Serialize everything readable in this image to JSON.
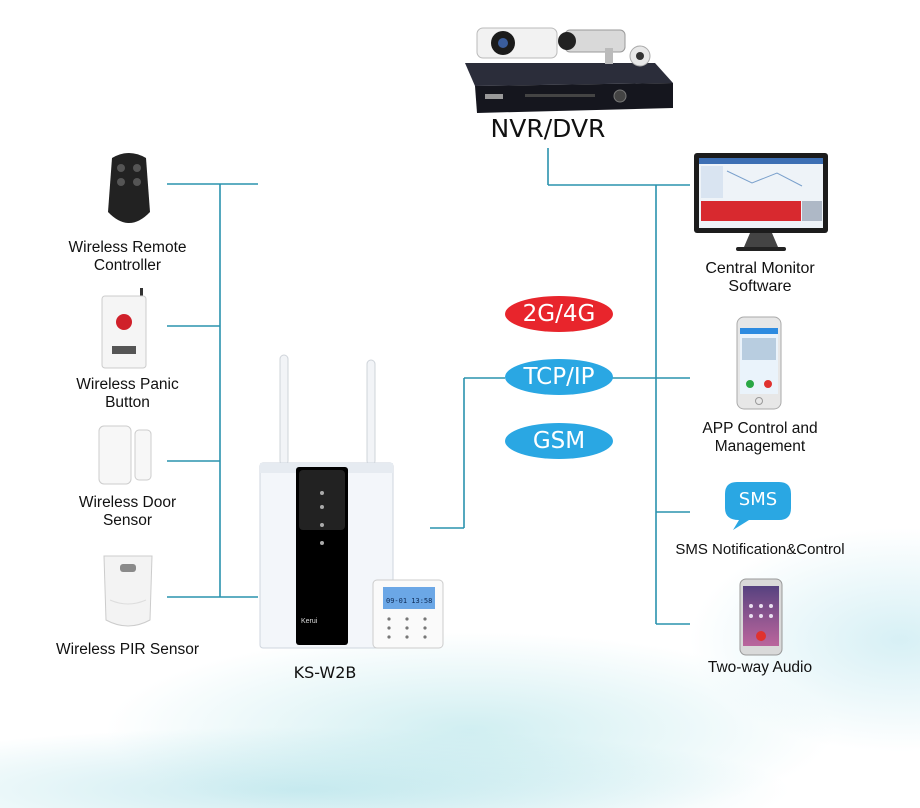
{
  "title": "NVR/DVR",
  "hub": {
    "label": "KS-W2B",
    "brand": "Kerui",
    "screen_text": "09-01 13:58"
  },
  "left_devices": [
    {
      "id": "remote",
      "label": "Wireless Remote\nController",
      "icon": "remote-controller-icon"
    },
    {
      "id": "panic",
      "label": "Wireless Panic\nButton",
      "icon": "panic-button-icon"
    },
    {
      "id": "door",
      "label": "Wireless Door\nSensor",
      "icon": "door-sensor-icon"
    },
    {
      "id": "pir",
      "label": "Wireless PIR Sensor",
      "icon": "pir-sensor-icon"
    }
  ],
  "right_devices": [
    {
      "id": "cms",
      "label": "Central  Monitor\nSoftware",
      "icon": "monitor-icon"
    },
    {
      "id": "app",
      "label": "APP Control and\nManagement",
      "icon": "smartphone-icon"
    },
    {
      "id": "sms",
      "label": "SMS Notification&Control",
      "icon": "sms-bubble-icon",
      "bubble_text": "SMS"
    },
    {
      "id": "audio",
      "label": "Two-way Audio",
      "icon": "phone-call-icon"
    }
  ],
  "networks": [
    {
      "label": "2G/4G",
      "color": "#e8252c"
    },
    {
      "label": "TCP/IP",
      "color": "#2aa7e3"
    },
    {
      "label": "GSM",
      "color": "#2aa7e3"
    }
  ],
  "colors": {
    "line": "#2a93ae",
    "accent_blue": "#2aa7e3",
    "accent_red": "#e8252c"
  }
}
